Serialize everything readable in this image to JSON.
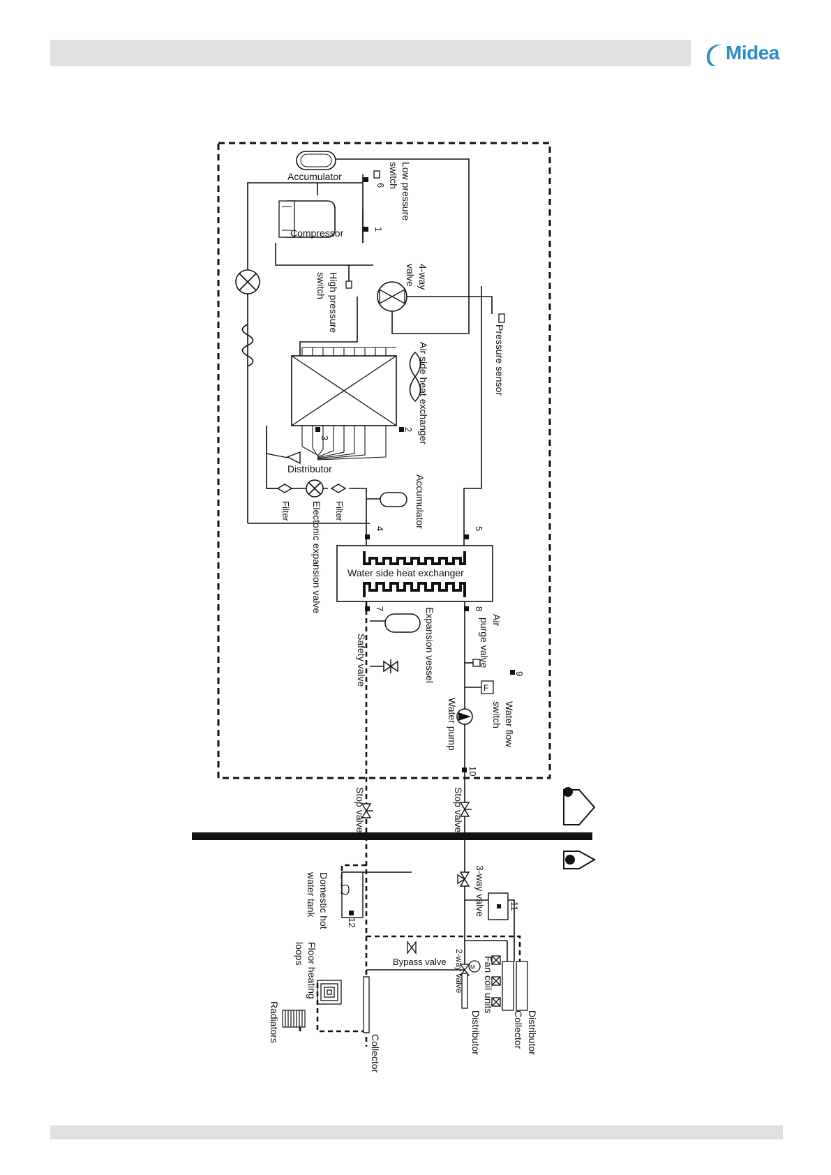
{
  "brand": {
    "name": "Midea",
    "color": "#2a8fc2"
  },
  "header": {
    "bar_color": "#e0e0e0"
  },
  "labels": {
    "accumulator_top": "Accumulator",
    "low_pressure_1": "Low pressure",
    "low_pressure_2": "switch",
    "n6": "6",
    "compressor": "Compressor",
    "n1": "1",
    "four_way_1": "4-way",
    "four_way_2": "valve",
    "high_pressure_1": "High pressure",
    "high_pressure_2": "switch",
    "pressure_sensor": "Pressure sensor",
    "air_hx": "Air side heat exchanger",
    "n2": "2",
    "n3": "3",
    "distributor_top": "Distributor",
    "accumulator_mid": "Accumulator",
    "filter_a": "Filter",
    "filter_b": "Filter",
    "eev": "Electonic expansion valve",
    "n4": "4",
    "n5": "5",
    "water_hx": "Water side heat exchanger",
    "n7": "7",
    "n8": "8",
    "expansion_vessel": "Expansion vessel",
    "safety_valve": "Safety valve",
    "air_purge_1": "Air",
    "air_purge_2": "purge valve",
    "n9": "9",
    "water_flow_1": "Water flow",
    "water_flow_2": "switch",
    "flow_switch_f": "F",
    "water_pump": "Water pump",
    "n10": "10",
    "stop_valve_a": "Stop valve",
    "stop_valve_b": "Stop valve",
    "three_way": "3-way valve",
    "n11": "11",
    "dhw_1": "Domestic hot",
    "dhw_2": "water tank",
    "n12": "12",
    "floor_1": "Floor heating",
    "floor_2": "loops",
    "bypass": "Bypass valve",
    "two_way": "2-way valve",
    "motor_m": "M",
    "fcu": "Fan coil units",
    "distributor_low_a": "Distributor",
    "distributor_low_b": "Distributor",
    "collector_a": "Collector",
    "collector_b": "Collector",
    "radiators": "Radiators"
  }
}
